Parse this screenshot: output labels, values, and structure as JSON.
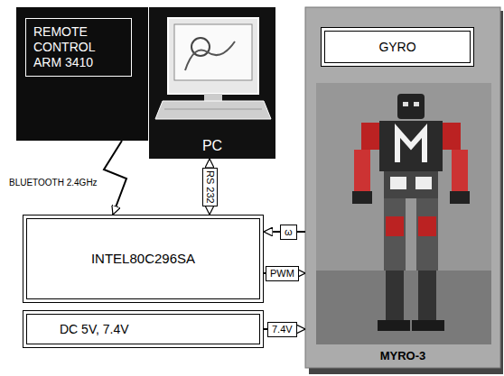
{
  "diagram": {
    "nodes": [
      {
        "text": [
          "REMOTE CONTROL ARM 3410"
        ]
      },
      {
        "text": [
          "PC"
        ]
      },
      {
        "text": [
          "MYRO-3"
        ]
      },
      {
        "text": [
          "GYRO"
        ],
        "in": 2
      },
      {
        "text": [
          "INTEL80C296SA"
        ]
      },
      {
        "text": [
          "DC 5V, 7.4V"
        ]
      }
    ],
    "edges": [
      {
        "from": 1,
        "to": 4,
        "arrow": "both",
        "label": "RS 232"
      },
      {
        "from": 2,
        "to": 4,
        "arrow": "to",
        "label": "ω"
      },
      {
        "from": 4,
        "to": 2,
        "arrow": "to",
        "label": "PWM"
      },
      {
        "from": 5,
        "to": 2,
        "arrow": "to",
        "label": "7.4V"
      },
      {
        "from": 0,
        "to": 4,
        "arrow": "to",
        "label": "BLUETOOTH 2.4GHz"
      }
    ]
  }
}
